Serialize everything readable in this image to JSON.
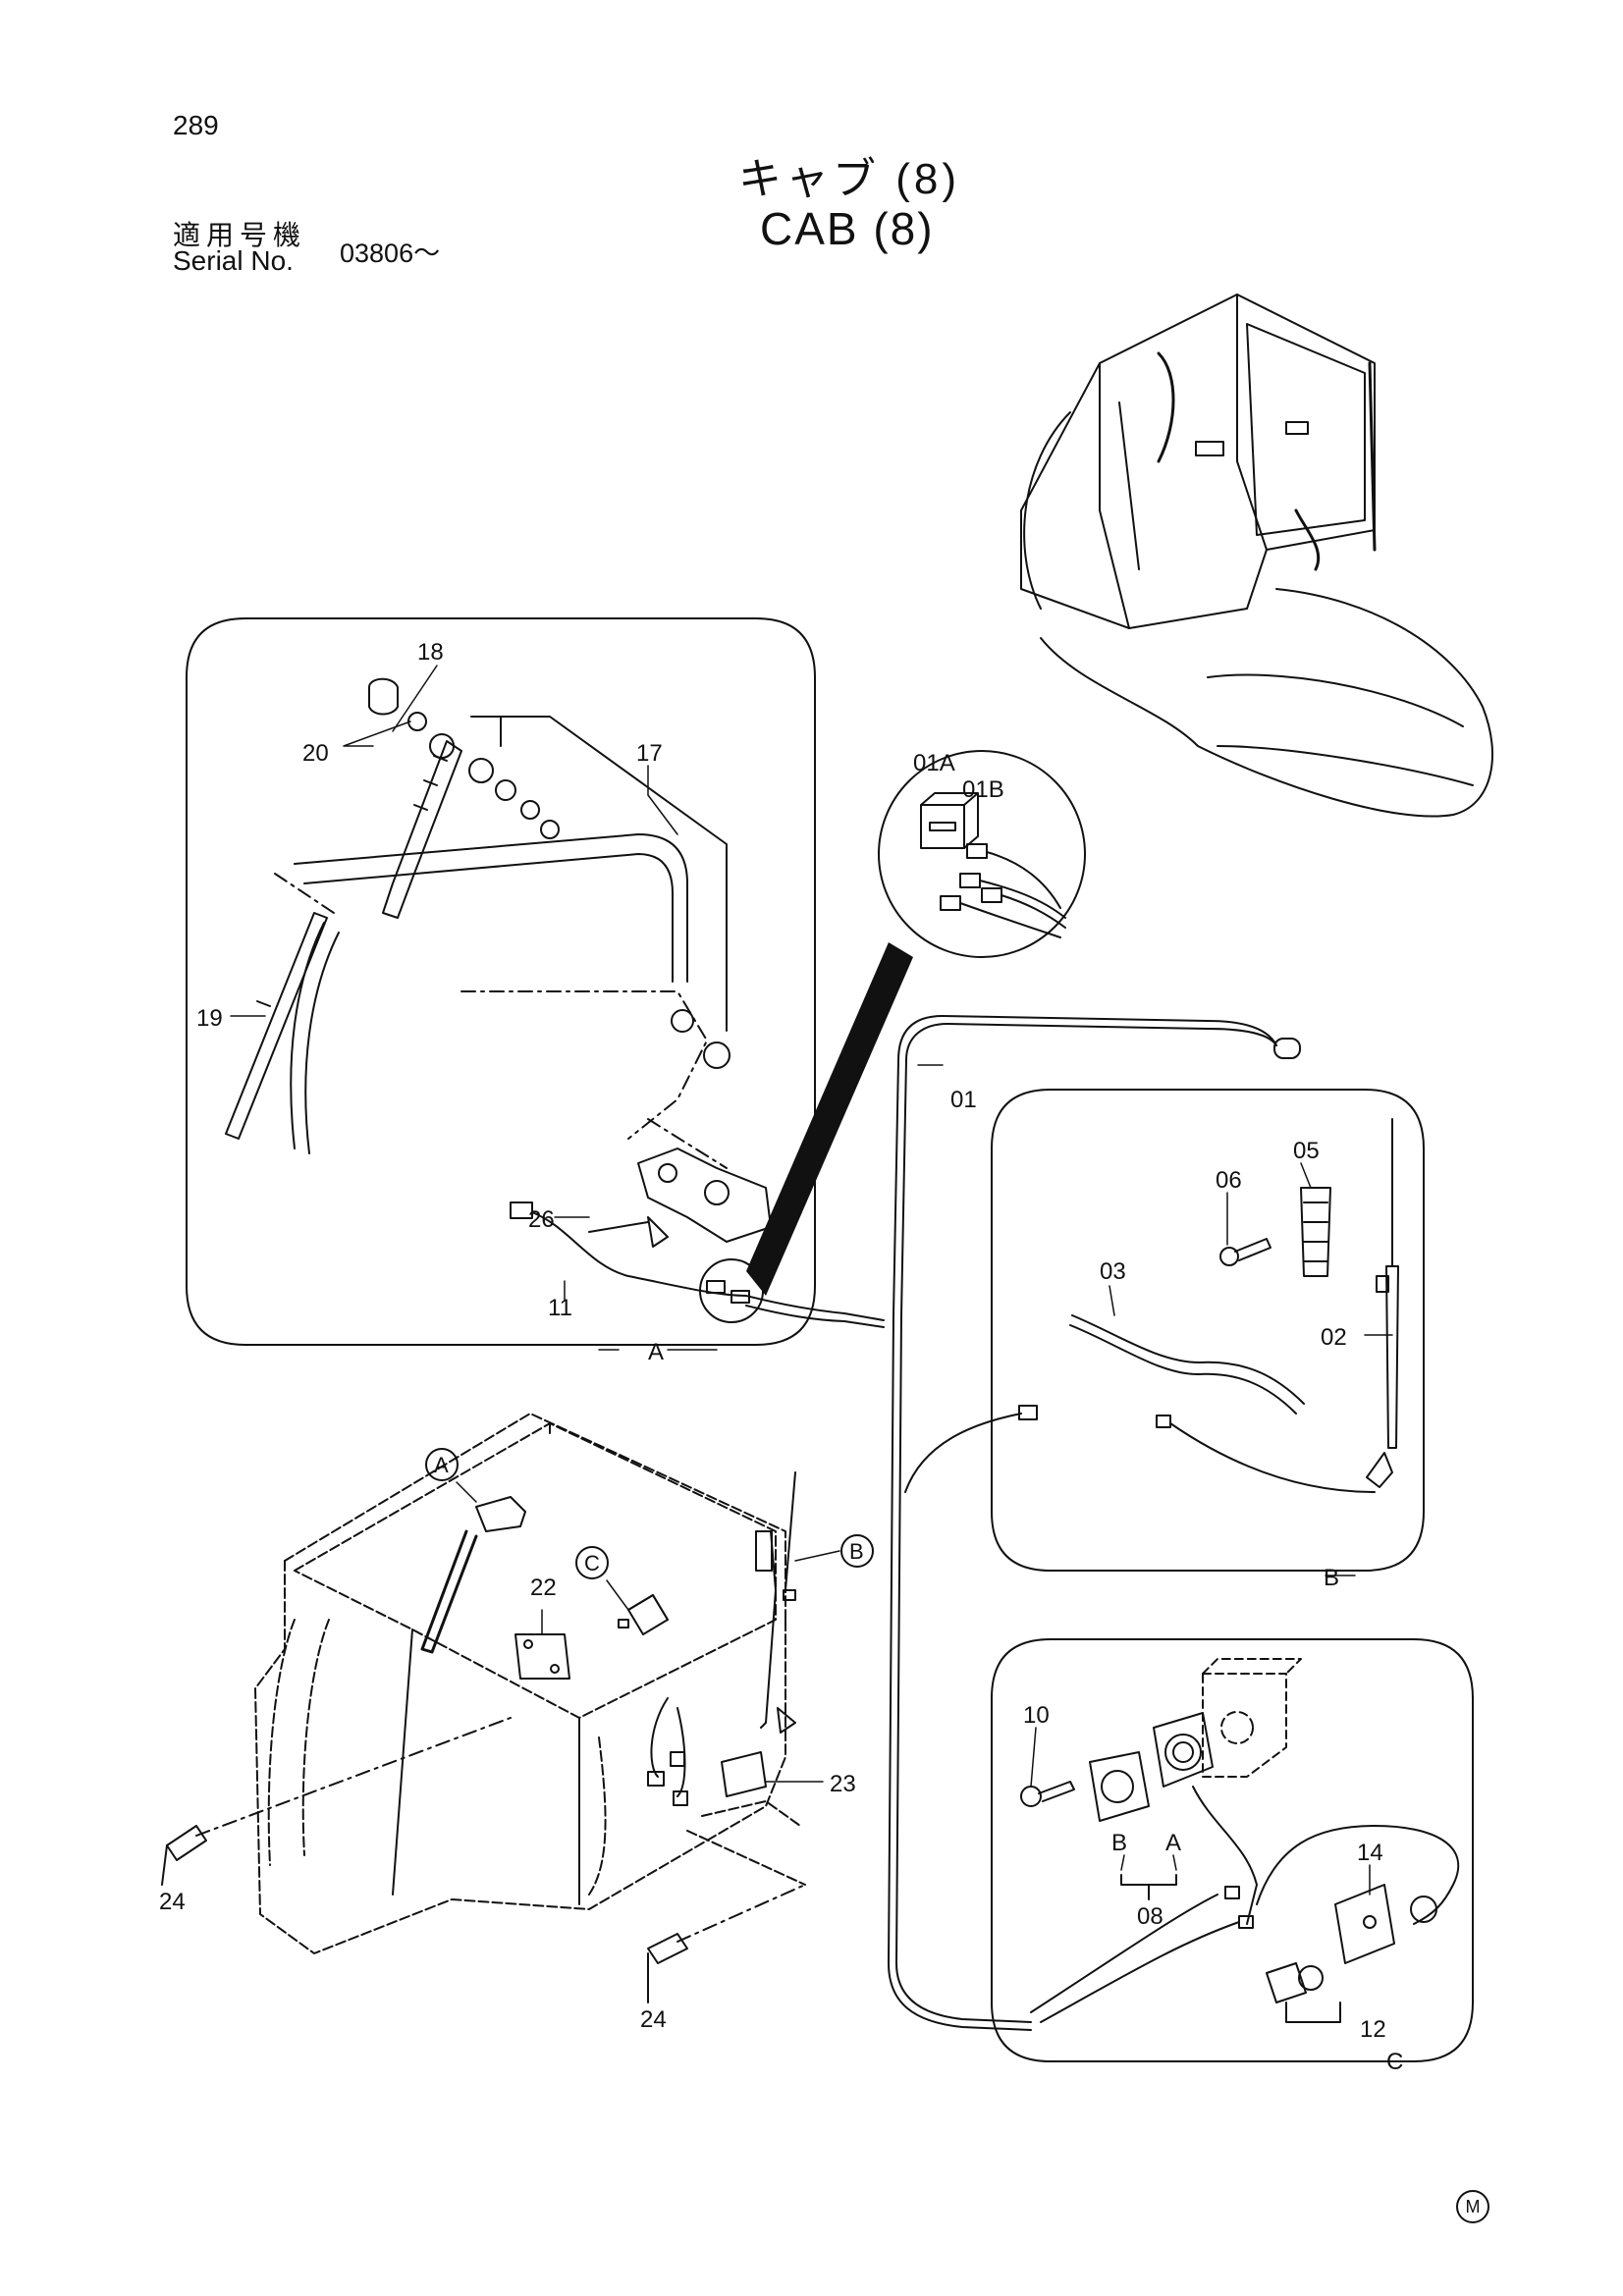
{
  "header": {
    "page_number": "289",
    "title_jp": "キャブ (8)",
    "title_en": "CAB (8)",
    "serial_label_jp": "適用号機",
    "serial_label_en": "Serial No.",
    "serial_value": "03806～"
  },
  "callouts": {
    "p01": "01",
    "p01a": "01A",
    "p01b": "01B",
    "p02": "02",
    "p03": "03",
    "p05": "05",
    "p06": "06",
    "p08": "08",
    "p10": "10",
    "p11": "11",
    "p12": "12",
    "p14": "14",
    "p17": "17",
    "p18": "18",
    "p19": "19",
    "p20": "20",
    "p22": "22",
    "p23": "23",
    "p24a": "24",
    "p24b": "24",
    "p26": "26",
    "sub_a": "A",
    "sub_b": "B",
    "sub_c": "C",
    "connector_a": "A",
    "connector_b": "B"
  },
  "view_markers": {
    "a": "A",
    "b": "B",
    "c": "C"
  },
  "corner_mark": "M"
}
